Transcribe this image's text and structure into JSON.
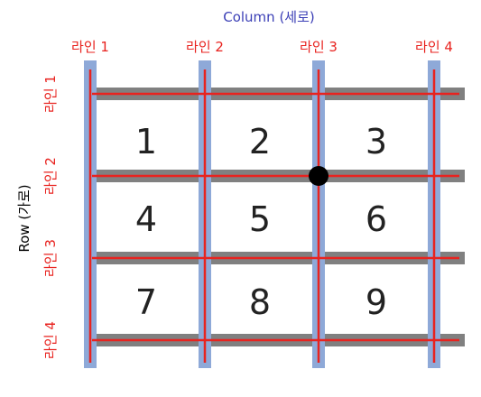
{
  "column_title": "Column (세로)",
  "row_title": "Row (가로)",
  "column_lines": [
    "라인 1",
    "라인 2",
    "라인 3",
    "라인 4"
  ],
  "row_lines": [
    "라인 1",
    "라인 2",
    "라인 3",
    "라인 4"
  ],
  "cells": [
    "1",
    "2",
    "3",
    "4",
    "5",
    "6",
    "7",
    "8",
    "9"
  ],
  "colors": {
    "title": "#3b3fb6",
    "line_label": "#e8231f",
    "grid_line": "#e8231f",
    "column_band": "#8ea9d8",
    "row_band": "#808080",
    "cell_text": "#222222",
    "marker": "#000000"
  }
}
